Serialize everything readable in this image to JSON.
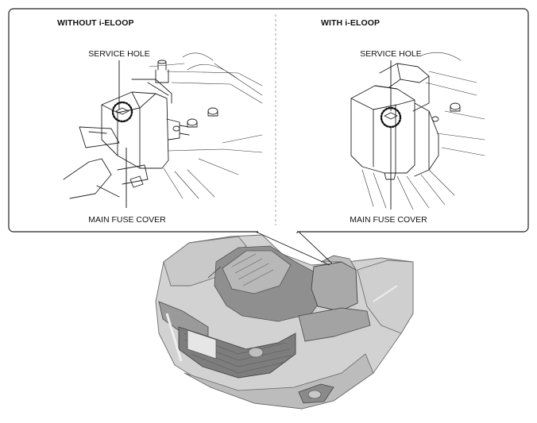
{
  "callout": {
    "left": {
      "heading": "WITHOUT i-ELOOP",
      "service_hole_label": "SERVICE HOLE",
      "main_fuse_cover_label": "MAIN FUSE COVER"
    },
    "right": {
      "heading": "WITH i-ELOOP",
      "service_hole_label": "SERVICE HOLE",
      "main_fuse_cover_label": "MAIN FUSE COVER"
    }
  },
  "colors": {
    "frame": "#222222",
    "divider": "#9a9a9a",
    "car_body": "#d4d4d4",
    "car_shadow": "#9c9c9c",
    "line_art": "#222222"
  }
}
